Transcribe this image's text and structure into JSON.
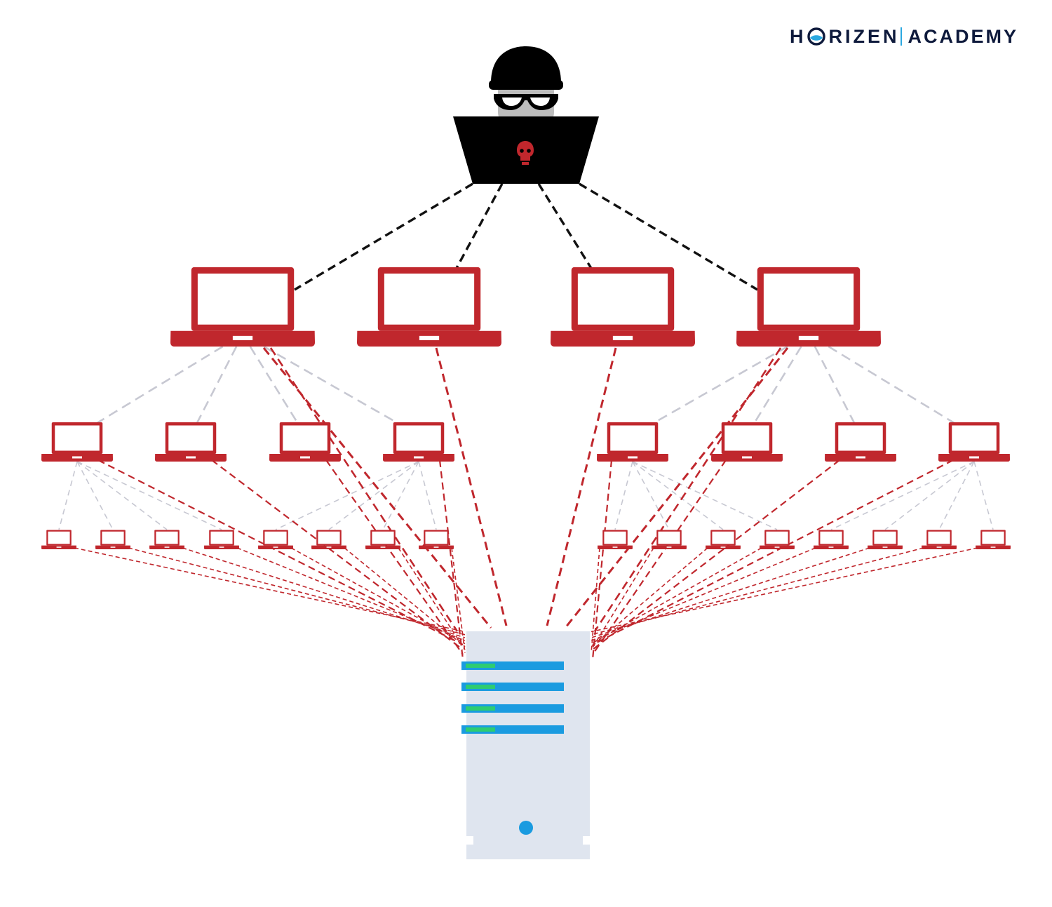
{
  "logo": {
    "part_1": "H",
    "part_2": "RIZEN",
    "part_3": "ACADEMY"
  },
  "colors": {
    "infected": "#c0272d",
    "attacker": "#000000",
    "attacker_face": "#bdbdbd",
    "link_attacker": "#111111",
    "link_control": "#c7c8d2",
    "link_attack": "#c0272d",
    "server_body": "#dfe5ef",
    "server_slot": "#1a9be0",
    "server_led": "#2ecc71",
    "brand_navy": "#0e1a3c",
    "brand_cyan": "#2aa8e0"
  },
  "icons": {
    "attacker": "hacker-icon",
    "skull": "skull-icon",
    "bot": "laptop-icon",
    "target": "server-icon"
  },
  "diagram": {
    "tiers": [
      {
        "name": "attacker",
        "count": 1
      },
      {
        "name": "handlers",
        "count": 4
      },
      {
        "name": "bots",
        "count": 8
      },
      {
        "name": "sub-bots",
        "count": 16
      }
    ],
    "target": "server"
  }
}
